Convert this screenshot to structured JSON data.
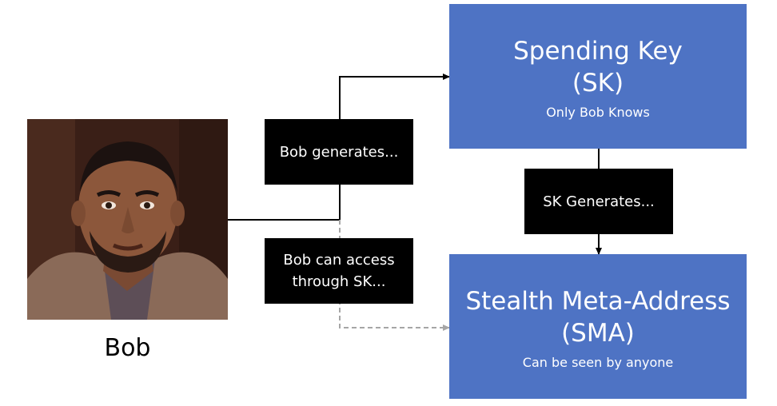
{
  "person": {
    "name": "Bob"
  },
  "labels": {
    "bob_generates": "Bob generates...",
    "sk_generates": "SK Generates...",
    "bob_access_line1": "Bob can access",
    "bob_access_line2": "through SK..."
  },
  "spending_key": {
    "title": "Spending Key",
    "abbr": "(SK)",
    "note": "Only Bob Knows"
  },
  "stealth_meta_address": {
    "title": "Stealth Meta-Address",
    "abbr": "(SMA)",
    "note": "Can be seen by anyone"
  },
  "colors": {
    "box_fill": "#4e73c4",
    "label_fill": "#000000",
    "dashed_line": "#a6a6a6"
  }
}
